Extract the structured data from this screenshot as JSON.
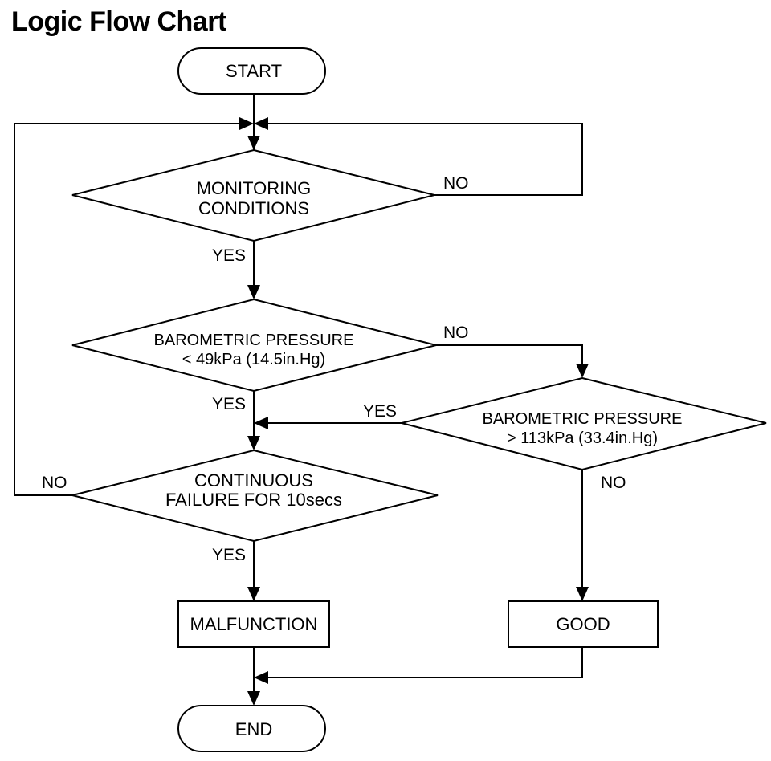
{
  "title": "Logic Flow Chart",
  "nodes": {
    "start": "START",
    "monitoring": [
      "MONITORING",
      "CONDITIONS"
    ],
    "baro_low": [
      "BAROMETRIC PRESSURE",
      "< 49kPa (14.5in.Hg)"
    ],
    "baro_high": [
      "BAROMETRIC PRESSURE",
      "> 113kPa (33.4in.Hg)"
    ],
    "continuous": [
      "CONTINUOUS",
      "FAILURE FOR 10secs"
    ],
    "malfunction": "MALFUNCTION",
    "good": "GOOD",
    "end": "END"
  },
  "labels": {
    "monitoring_no": "NO",
    "monitoring_yes": "YES",
    "baro_low_no": "NO",
    "baro_low_yes": "YES",
    "baro_high_yes": "YES",
    "baro_high_no": "NO",
    "continuous_no": "NO",
    "continuous_yes": "YES"
  }
}
